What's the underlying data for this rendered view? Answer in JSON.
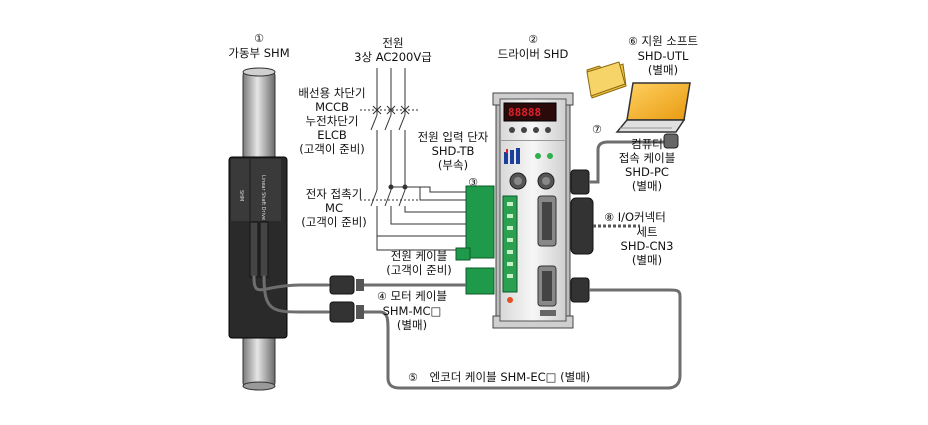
{
  "labels": {
    "slider": {
      "num": "①",
      "name": "가동부 SHM"
    },
    "power": {
      "line1": "전원",
      "line2": "3상 AC200V급"
    },
    "driver": {
      "num": "②",
      "name": "드라이버 SHD"
    },
    "software": {
      "num": "⑥",
      "line1": "지원 소프트",
      "line2": "SHD-UTL",
      "line3": "(별매)"
    },
    "breaker": {
      "line1": "배선용 차단기",
      "line2": "MCCB",
      "line3": "누전차단기",
      "line4": "ELCB",
      "line5": "(고객이 준비)"
    },
    "terminal": {
      "line1": "전원 입력 단자",
      "line2": "SHD-TB",
      "line3": "(부속)"
    },
    "pc_cable": {
      "num": "⑦",
      "line1": "컴퓨터",
      "line2": "접속 케이블",
      "line3": "SHD-PC",
      "line4": "(별매)"
    },
    "contactor": {
      "num": "③",
      "line1": "전자 접촉기",
      "line2": "MC",
      "line3": "(고객이 준비)"
    },
    "io_set": {
      "num": "⑧",
      "line1": "I/O커넥터",
      "line2": "세트",
      "line3": "SHD-CN3",
      "line4": "(별매)"
    },
    "power_cable": {
      "line1": "전원 케이블",
      "line2": "(고객이 준비)"
    },
    "motor_cable": {
      "num": "④",
      "line1": "모터 케이블",
      "line2": "SHM-MC□",
      "line3": "(별매)"
    },
    "encoder_cable": {
      "num": "⑤",
      "name": "엔코더 케이블 SHM-EC□ (별매)"
    }
  },
  "colors": {
    "cable": "#6e6e6e",
    "green_terminal": "#1f9a4a",
    "display_red": "#e0202a",
    "driver_body": "#f2f2f2",
    "slider_body": "#2a2a2a",
    "rod": "#b8b8b8",
    "laptop_screen": "#f5b020",
    "folder": "#f0c040"
  }
}
